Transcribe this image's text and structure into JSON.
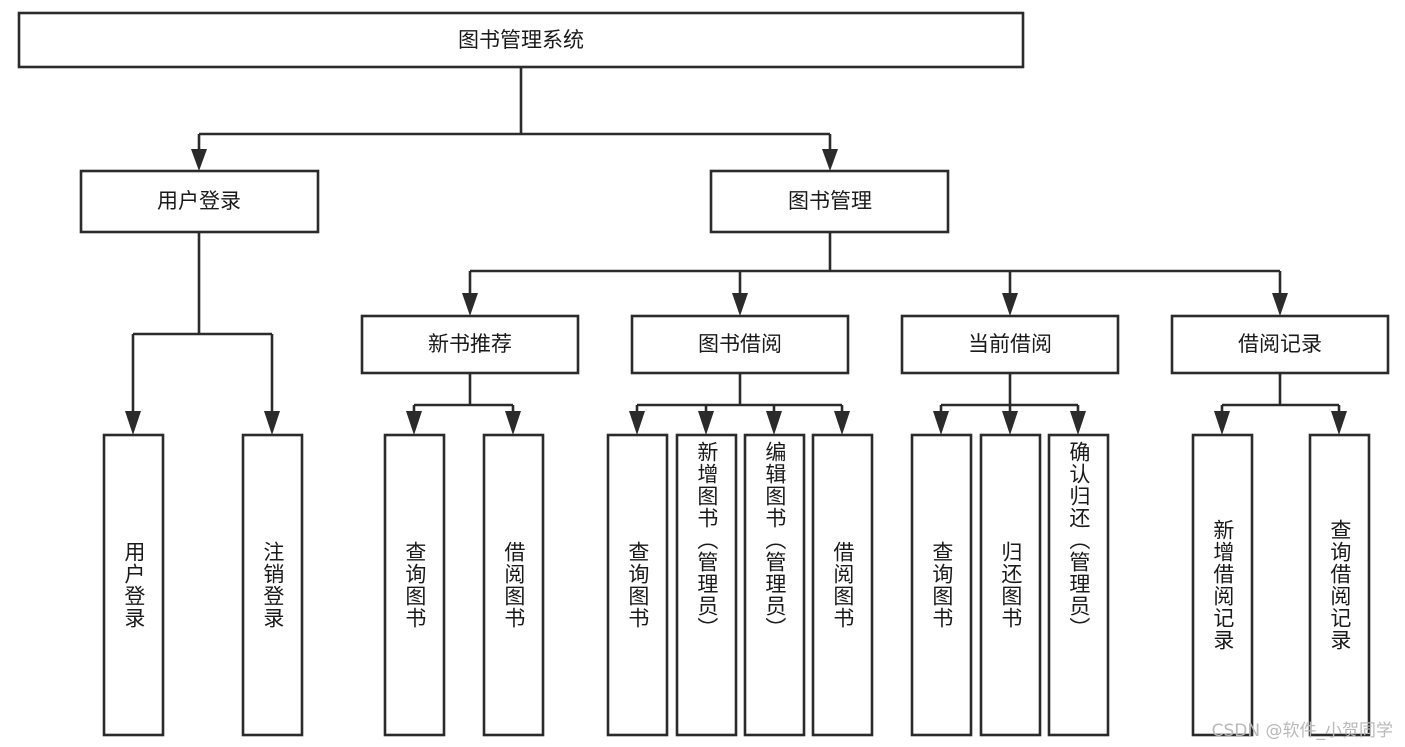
{
  "diagram": {
    "title": "图书管理系统",
    "type": "tree-hierarchy",
    "watermark": "CSDN @软件_小贺同学",
    "colors": {
      "background": "#ffffff",
      "stroke": "#2b2b2b",
      "fill": "#ffffff",
      "text": "#1a1a1a",
      "watermark": "#b9b9b9"
    },
    "levels": {
      "root": {
        "label": "图书管理系统",
        "orientation": "horizontal"
      },
      "level2": [
        {
          "label": "用户登录",
          "orientation": "horizontal"
        },
        {
          "label": "图书管理",
          "orientation": "horizontal"
        }
      ],
      "level3": [
        {
          "label": "新书推荐",
          "orientation": "horizontal"
        },
        {
          "label": "图书借阅",
          "orientation": "horizontal"
        },
        {
          "label": "当前借阅",
          "orientation": "horizontal"
        },
        {
          "label": "借阅记录",
          "orientation": "horizontal"
        }
      ],
      "leaves": [
        {
          "label": "用户登录",
          "orientation": "vertical",
          "parent": "用户登录"
        },
        {
          "label": "注销登录",
          "orientation": "vertical",
          "parent": "用户登录"
        },
        {
          "label": "查询图书",
          "orientation": "vertical",
          "parent": "新书推荐"
        },
        {
          "label": "借阅图书",
          "orientation": "vertical",
          "parent": "新书推荐"
        },
        {
          "label": "查询图书",
          "orientation": "vertical",
          "parent": "图书借阅"
        },
        {
          "label": "新增图书（管理员）",
          "orientation": "vertical",
          "parent": "图书借阅"
        },
        {
          "label": "编辑图书（管理员）",
          "orientation": "vertical",
          "parent": "图书借阅"
        },
        {
          "label": "借阅图书",
          "orientation": "vertical",
          "parent": "图书借阅"
        },
        {
          "label": "查询图书",
          "orientation": "vertical",
          "parent": "当前借阅"
        },
        {
          "label": "归还图书",
          "orientation": "vertical",
          "parent": "当前借阅"
        },
        {
          "label": "确认归还（管理员）",
          "orientation": "vertical",
          "parent": "当前借阅"
        },
        {
          "label": "新增借阅记录",
          "orientation": "vertical",
          "parent": "借阅记录"
        },
        {
          "label": "查询借阅记录",
          "orientation": "vertical",
          "parent": "借阅记录"
        }
      ]
    }
  }
}
